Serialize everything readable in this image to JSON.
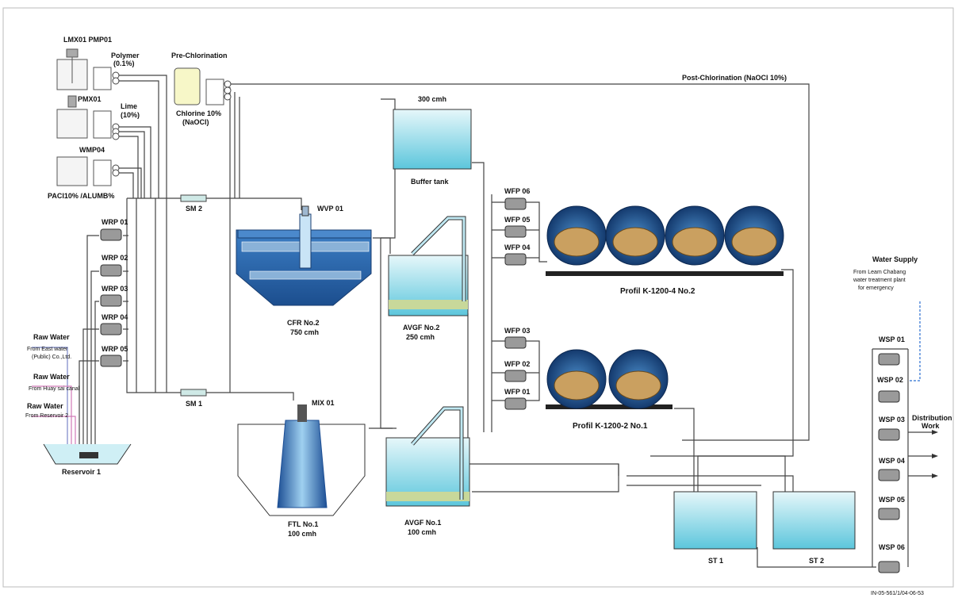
{
  "chemicals": {
    "mixer_tags": "LMX01 PMP01",
    "polymer": "Polymer",
    "polymer_dose": "(0.1%)",
    "pmx_tag": "PMX01",
    "lime": "Lime",
    "lime_dose": "(10%)",
    "wmp_tag": "WMP04",
    "pac": "PACl10% /ALUMB%",
    "prechlor": "Pre-Chlorination",
    "chlorine": "Chlorine 10%",
    "chlorine_chem": "(NaOCl)",
    "postchlor": "Post-Chlorination (NaOCl 10%)"
  },
  "static_mixers": {
    "sm2": "SM 2",
    "sm1": "SM 1"
  },
  "raw_pumps": [
    "WRP 01",
    "WRP 02",
    "WRP 03",
    "WRP 04",
    "WRP 05"
  ],
  "raw_water": {
    "title": "Raw Water",
    "source1": "From East water",
    "source1b": "(Public) Co.,Ltd.",
    "source2": "From Huay sai canal",
    "source3": "From Reservoir 2",
    "reservoir": "Reservoir 1"
  },
  "clarifier": {
    "tag": "WVP 01",
    "name": "CFR No.2",
    "flow": "750 cmh"
  },
  "ftl": {
    "tag": "MIX 01",
    "name": "FTL No.1",
    "flow": "100 cmh"
  },
  "buffer": {
    "flow": "300 cmh",
    "name": "Buffer tank"
  },
  "avgf2": {
    "name": "AVGF No.2",
    "flow": "250 cmh"
  },
  "avgf1": {
    "name": "AVGF No.1",
    "flow": "100 cmh"
  },
  "filter_pumps_top": [
    "WFP 06",
    "WFP 05",
    "WFP 04"
  ],
  "filter_pumps_bottom": [
    "WFP 03",
    "WFP 02",
    "WFP 01"
  ],
  "profil2": "Profil K-1200-4 No.2",
  "profil1": "Profil K-1200-2 No.1",
  "water_supply": {
    "title": "Water Supply",
    "l1": "From Leam Chabang",
    "l2": "water treatment plant",
    "l3": "for emergency"
  },
  "supply_pumps": [
    "WSP 01",
    "WSP 02",
    "WSP 03",
    "WSP 04",
    "WSP 05",
    "WSP 06"
  ],
  "distribution": {
    "l1": "Distribution",
    "l2": "Work"
  },
  "storage": {
    "st1": "ST 1",
    "st2": "ST 2"
  },
  "doc_code": "IN-05-561/1/04-06-53",
  "colors": {
    "water": "#7fd3e3",
    "tank_blue": "#2a62a8",
    "pipe": "#444444",
    "media": "#c8d89a"
  }
}
